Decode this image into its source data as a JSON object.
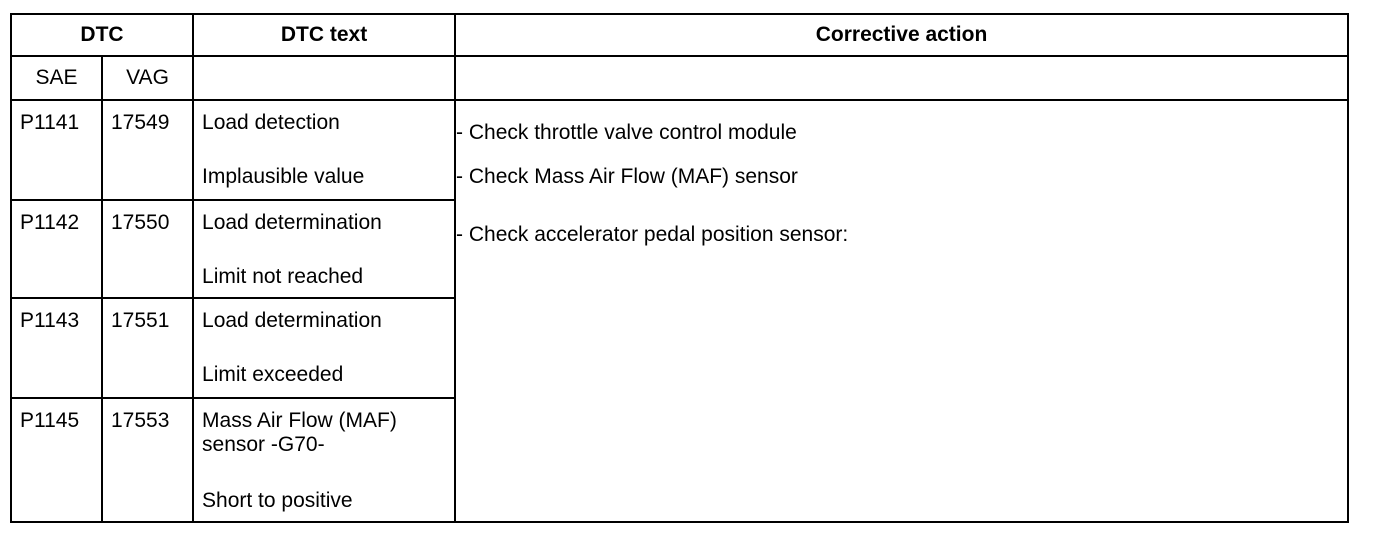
{
  "headers": {
    "dtc": "DTC",
    "dtc_text": "DTC text",
    "corrective_action": "Corrective action",
    "sae": "SAE",
    "vag": "VAG"
  },
  "rows": [
    {
      "sae": "P1141",
      "vag": "17549",
      "text_line1": "Load detection",
      "text_line2": "Implausible value"
    },
    {
      "sae": "P1142",
      "vag": "17550",
      "text_line1": "Load determination",
      "text_line2": "Limit not reached"
    },
    {
      "sae": "P1143",
      "vag": "17551",
      "text_line1": "Load determination",
      "text_line2": "Limit exceeded"
    },
    {
      "sae": "P1145",
      "vag": "17553",
      "text_line1": "Mass Air Flow (MAF) sensor -G70-",
      "text_line2": "Short to positive"
    }
  ],
  "corrective_actions": [
    "- Check throttle valve control module",
    "- Check Mass Air Flow (MAF) sensor",
    "- Check accelerator pedal position sensor:"
  ]
}
